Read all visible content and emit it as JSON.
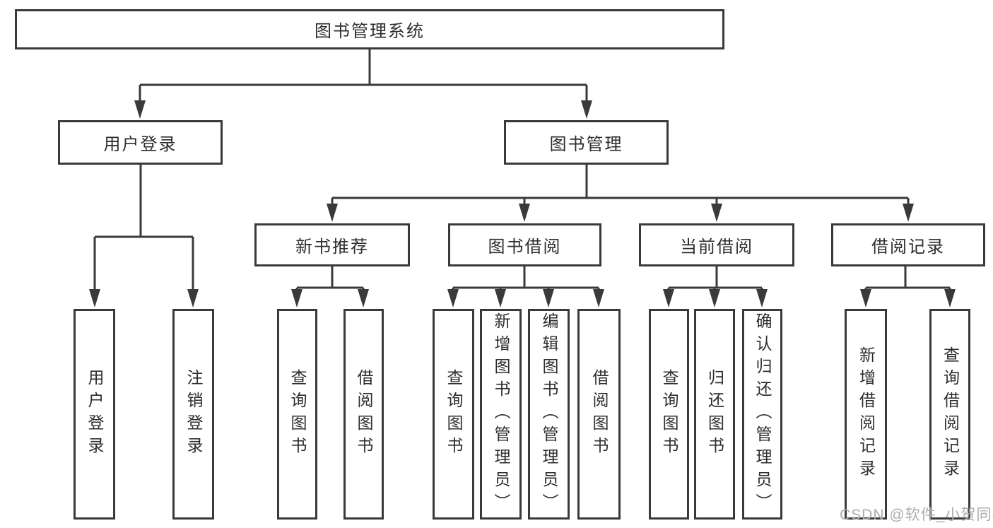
{
  "diagram_title": "图书管理系统",
  "nodes": {
    "root": {
      "label": "图书管理系统"
    },
    "user_login": {
      "label": "用户登录"
    },
    "book_management": {
      "label": "图书管理"
    },
    "new_book_recommend": {
      "label": "新书推荐"
    },
    "book_borrowing": {
      "label": "图书借阅"
    },
    "current_borrowing": {
      "label": "当前借阅"
    },
    "borrowing_records": {
      "label": "借阅记录"
    },
    "ul_user_login": {
      "label": "用户登录"
    },
    "ul_logout": {
      "label": "注销登录"
    },
    "nb_query_books": {
      "label": "查询图书"
    },
    "nb_borrow_books": {
      "label": "借阅图书"
    },
    "bb_query_books": {
      "label": "查询图书"
    },
    "bb_add_books_admin": {
      "label": "新增图书（管理员）"
    },
    "bb_edit_books_admin": {
      "label": "编辑图书（管理员）"
    },
    "bb_borrow_books": {
      "label": "借阅图书"
    },
    "cb_query_books": {
      "label": "查询图书"
    },
    "cb_return_books": {
      "label": "归还图书"
    },
    "cb_confirm_return_admin": {
      "label": "确认归还（管理员）"
    },
    "br_add_record": {
      "label": "新增借阅记录"
    },
    "br_query_record": {
      "label": "查询借阅记录"
    }
  },
  "hierarchy": {
    "图书管理系统": [
      "用户登录",
      "图书管理"
    ],
    "用户登录": [
      "用户登录",
      "注销登录"
    ],
    "图书管理": [
      "新书推荐",
      "图书借阅",
      "当前借阅",
      "借阅记录"
    ],
    "新书推荐": [
      "查询图书",
      "借阅图书"
    ],
    "图书借阅": [
      "查询图书",
      "新增图书（管理员）",
      "编辑图书（管理员）",
      "借阅图书"
    ],
    "当前借阅": [
      "查询图书",
      "归还图书",
      "确认归还（管理员）"
    ],
    "借阅记录": [
      "新增借阅记录",
      "查询借阅记录"
    ]
  },
  "watermark": {
    "text": "CSDN @软件_小贺同学"
  },
  "colors": {
    "line": "#3a3a3a",
    "text": "#2d2d2d",
    "box_background": "#ffffff",
    "page_background": "#ffffff",
    "watermark": "#acacac"
  }
}
